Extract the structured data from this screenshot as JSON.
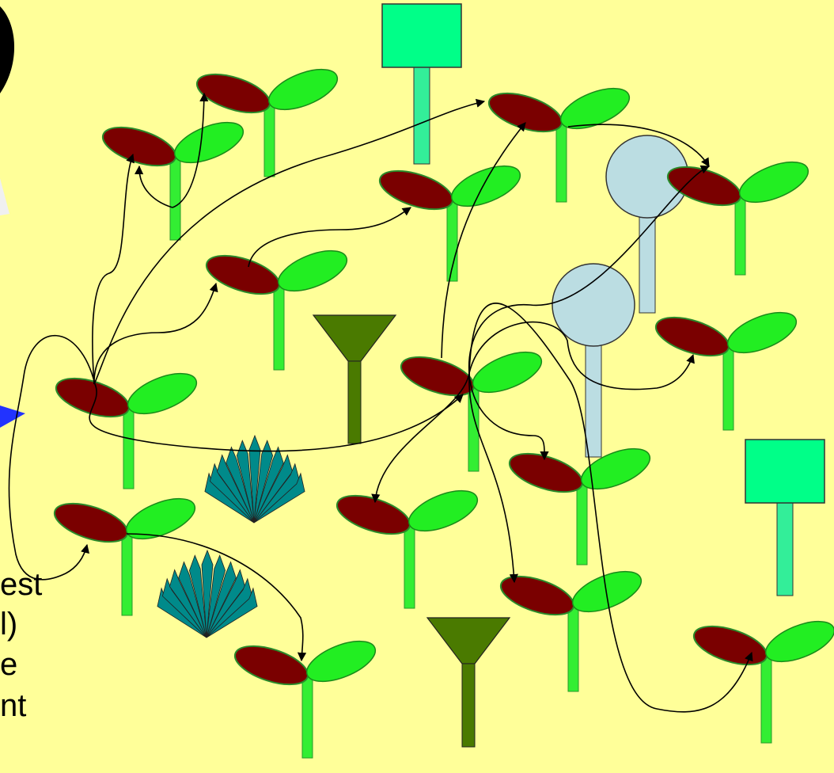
{
  "slide": {
    "background": "#FFFF99",
    "text_fragments": [
      "est",
      "l)",
      "e",
      "nt"
    ]
  },
  "colors": {
    "seed_leaf": "#7A0000",
    "leaf": "#22EE22",
    "stem": "#33EE33",
    "sign": "#00FF88",
    "sign_stem": "#33EE99",
    "tree": "#BBDDE2",
    "funnel": "#4A7A00",
    "grass": "#008A8A",
    "arrow_tip": "#2233FF"
  },
  "icons": [
    "seedling-icon",
    "square-sign-icon",
    "round-tree-icon",
    "funnel-tree-icon",
    "grass-tuft-icon"
  ]
}
